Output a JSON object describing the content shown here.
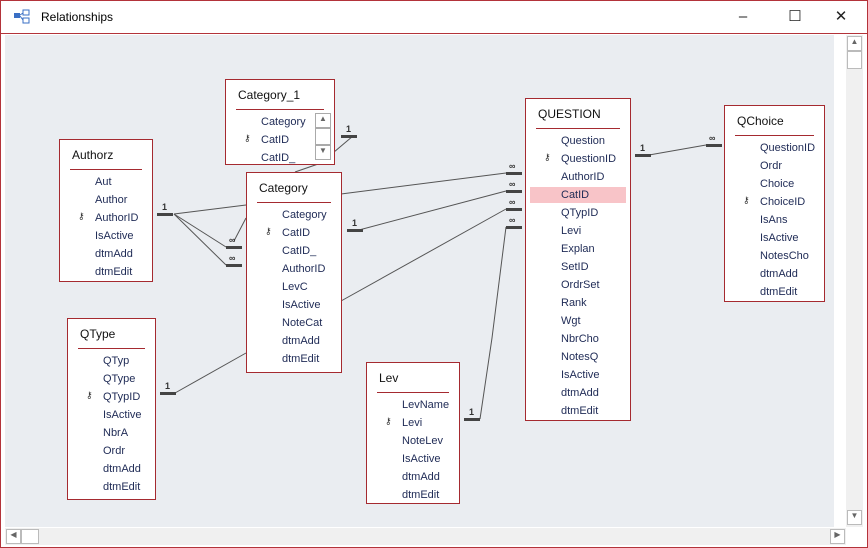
{
  "window": {
    "title": "Relationships",
    "minimize": "–",
    "maximize": "☐",
    "close": "✕"
  },
  "tables": [
    {
      "id": "category_1",
      "name": "Category_1",
      "fields": [
        "Category",
        "CatID",
        "CatID_"
      ],
      "key": "CatID",
      "scroll": true
    },
    {
      "id": "authorz",
      "name": "Authorz",
      "fields": [
        "Aut",
        "Author",
        "AuthorID",
        "IsActive",
        "dtmAdd",
        "dtmEdit"
      ],
      "key": "AuthorID"
    },
    {
      "id": "category",
      "name": "Category",
      "fields": [
        "Category",
        "CatID",
        "CatID_",
        "AuthorID",
        "LevC",
        "IsActive",
        "NoteCat",
        "dtmAdd",
        "dtmEdit"
      ],
      "key": "CatID"
    },
    {
      "id": "qtype",
      "name": "QType",
      "fields": [
        "QTyp",
        "QType",
        "QTypID",
        "IsActive",
        "NbrA",
        "Ordr",
        "dtmAdd",
        "dtmEdit"
      ],
      "key": "QTypID"
    },
    {
      "id": "lev",
      "name": "Lev",
      "fields": [
        "LevName",
        "Levi",
        "NoteLev",
        "IsActive",
        "dtmAdd",
        "dtmEdit"
      ],
      "key": "Levi"
    },
    {
      "id": "question",
      "name": "QUESTION",
      "fields": [
        "Question",
        "QuestionID",
        "AuthorID",
        "CatID",
        "QTypID",
        "Levi",
        "Explan",
        "SetID",
        "OrdrSet",
        "Rank",
        "Wgt",
        "NbrCho",
        "NotesQ",
        "IsActive",
        "dtmAdd",
        "dtmEdit"
      ],
      "key": "QuestionID",
      "selected": "CatID"
    },
    {
      "id": "qchoice",
      "name": "QChoice",
      "fields": [
        "QuestionID",
        "Ordr",
        "Choice",
        "ChoiceID",
        "IsAns",
        "IsActive",
        "NotesCho",
        "dtmAdd",
        "dtmEdit"
      ],
      "key": "ChoiceID"
    }
  ],
  "cardinality": {
    "one": "1",
    "many": "∞"
  },
  "colors": {
    "border": "#a52a30",
    "highlight": "#f8c4c8"
  }
}
